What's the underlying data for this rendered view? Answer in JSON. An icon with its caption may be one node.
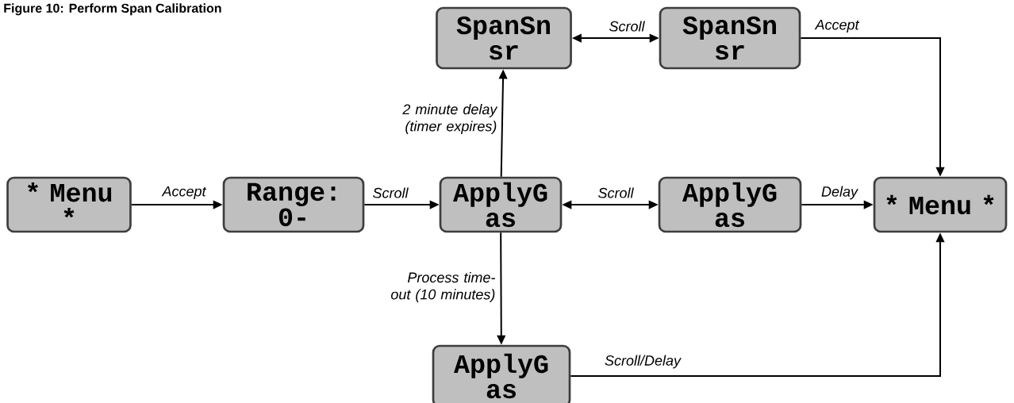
{
  "diagram": {
    "title": "Figure 10: Perform Span Calibration",
    "nodes": [
      {
        "text": [
          "* Menu *"
        ]
      },
      {
        "text": [
          "Range: 0-"
        ]
      },
      {
        "text": [
          "ApplyG as"
        ]
      },
      {
        "text": [
          "ApplyG as"
        ]
      },
      {
        "text": [
          "* Menu *"
        ]
      },
      {
        "text": [
          "SpanSn sr"
        ]
      },
      {
        "text": [
          "SpanSn sr"
        ]
      },
      {
        "text": [
          "ApplyG as"
        ]
      }
    ],
    "edges": [
      {
        "from": 0,
        "to": 1,
        "arrow": "to",
        "label": "Accept"
      },
      {
        "from": 1,
        "to": 2,
        "arrow": "to",
        "label": "Scroll"
      },
      {
        "from": 2,
        "to": 3,
        "arrow": "both",
        "label": "Scroll"
      },
      {
        "from": 3,
        "to": 4,
        "arrow": "to",
        "label": "Delay"
      },
      {
        "from": 2,
        "to": 5,
        "arrow": "to",
        "label": "2 minute delay (timer expires)"
      },
      {
        "from": 5,
        "to": 6,
        "arrow": "both",
        "label": "Scroll"
      },
      {
        "from": 6,
        "to": 4,
        "arrow": "to",
        "label": "Accept"
      },
      {
        "from": 2,
        "to": 7,
        "arrow": "to",
        "label": "Process time-out (10 minutes)"
      },
      {
        "from": 7,
        "to": 4,
        "arrow": "to",
        "label": "Scroll/Delay"
      }
    ]
  }
}
